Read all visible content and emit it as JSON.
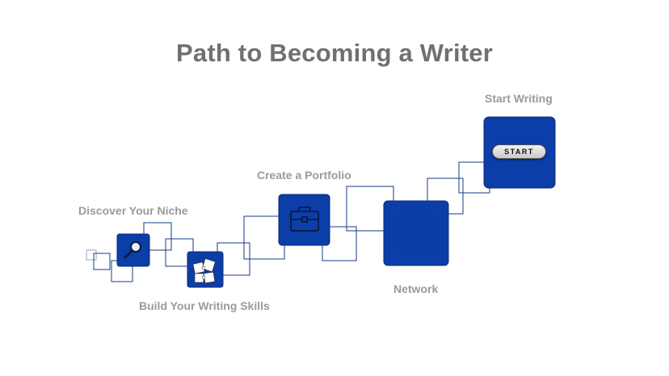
{
  "title": "Path to Becoming a Writer",
  "steps": {
    "discover": "Discover Your Niche",
    "build": "Build Your Writing Skills",
    "portfolio": "Create a Portfolio",
    "network": "Network",
    "start": "Start Writing"
  },
  "start_button": "START",
  "colors": {
    "tile": "#0b3ea8",
    "outline": "#1a3a8c",
    "title": "#707070",
    "label": "#9a9a9a"
  },
  "icons": {
    "discover": "magnifier-icon",
    "build": "puzzle-icon",
    "portfolio": "briefcase-icon",
    "network": "dot-globe-icon",
    "start": "start-button-icon"
  }
}
